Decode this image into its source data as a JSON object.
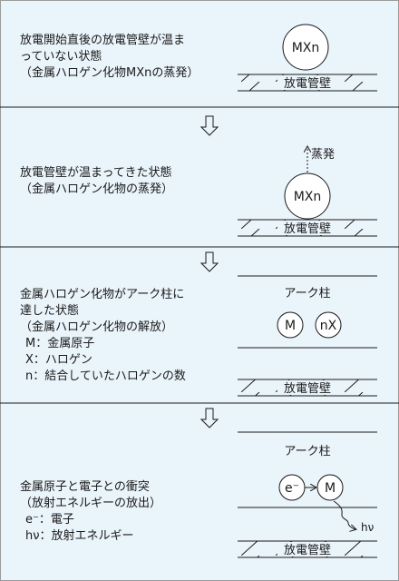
{
  "wall_label": "放電管壁",
  "arc_label": "アーク柱",
  "stages": [
    {
      "lines": [
        "放電開始直後の放電管壁が温ま",
        "っていない状態",
        "（金属ハロゲン化物MXnの蒸発）"
      ],
      "molecule": "MXn"
    },
    {
      "lines": [
        "放電管壁が温まってきた状態",
        "（金属ハロゲン化物の蒸発）"
      ],
      "molecule": "MXn",
      "evaporation": "蒸発"
    },
    {
      "lines": [
        "金属ハロゲン化物がアーク柱に",
        "達した状態",
        "（金属ハロゲン化物の解放）",
        "M：金属原子",
        "X：ハロゲン",
        "n：結合していたハロゲンの数"
      ],
      "atom": "M",
      "halogen": "nX"
    },
    {
      "lines": [
        "金属原子と電子との衝突",
        "（放射エネルギーの放出）",
        "e⁻：電子",
        "hν：放射エネルギー"
      ],
      "electron": "e⁻",
      "atom": "M",
      "photon": "hν"
    }
  ],
  "colors": {
    "background": "#eaf4fb",
    "line": "#1a1a1a",
    "frame": "#9a9a9a"
  }
}
